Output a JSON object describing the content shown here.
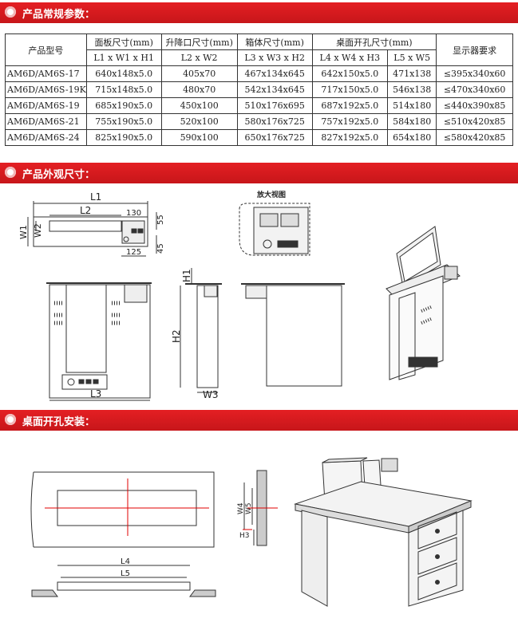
{
  "sections": {
    "params": "产品常规参数：",
    "dims": "产品外观尺寸：",
    "install": "桌面开孔安装："
  },
  "table": {
    "model_header": "产品型号",
    "groups": [
      {
        "title": "面板尺寸(mm)",
        "sub": "L1 x W1 x H1"
      },
      {
        "title": "升降口尺寸(mm)",
        "sub": "L2 x W2"
      },
      {
        "title": "箱体尺寸(mm)",
        "sub": "L3 x W3 x H2"
      },
      {
        "title": "桌面开孔尺寸(mm)",
        "sub1": "L4 x W4 x H3",
        "sub2": "L5 x W5"
      }
    ],
    "display_header": "显示器要求",
    "rows": [
      [
        "AM6D/AM6S-17",
        "640x148x5.0",
        "405x70",
        "467x134x645",
        "642x150x5.0",
        "471x138",
        "≤395x340x60"
      ],
      [
        "AM6D/AM6S-19K",
        "715x148x5.0",
        "480x70",
        "542x134x645",
        "717x150x5.0",
        "546x138",
        "≤470x340x60"
      ],
      [
        "AM6D/AM6S-19",
        "685x190x5.0",
        "450x100",
        "510x176x695",
        "687x192x5.0",
        "514x180",
        "≤440x390x85"
      ],
      [
        "AM6D/AM6S-21",
        "755x190x5.0",
        "520x100",
        "580x176x725",
        "757x192x5.0",
        "584x180",
        "≤510x420x85"
      ],
      [
        "AM6D/AM6S-24",
        "825x190x5.0",
        "590x100",
        "650x176x725",
        "827x192x5.0",
        "654x180",
        "≤580x420x85"
      ]
    ]
  },
  "labels": {
    "zoom": "放大视图",
    "L1": "L1",
    "L2": "L2",
    "L3": "L3",
    "L4": "L4",
    "L5": "L5",
    "W1": "W1",
    "W2": "W2",
    "W3": "W3",
    "W4": "W4",
    "W5": "W5",
    "H1": "H1",
    "H2": "H2",
    "H3": "H3",
    "d130": "130",
    "d55": "55",
    "d125": "125",
    "d45": "45"
  },
  "colors": {
    "banner": "#e41f23",
    "center_line": "#e00000"
  }
}
